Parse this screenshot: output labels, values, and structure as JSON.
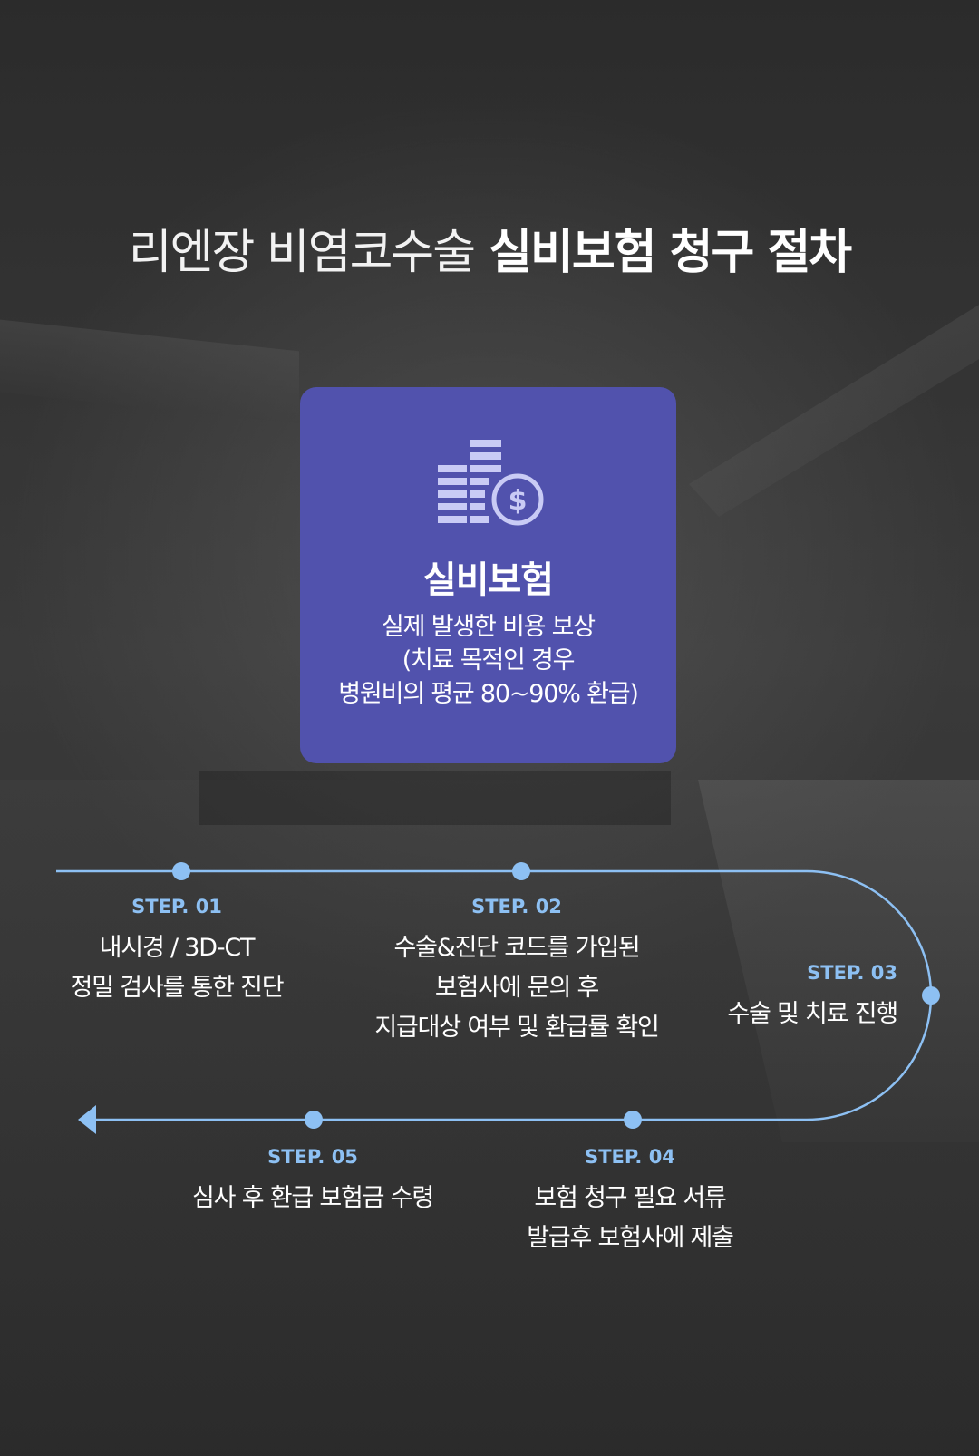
{
  "title": {
    "light": "리엔장 비염코수술",
    "bold": "실비보험 청구 절차"
  },
  "card": {
    "icon": "coins-dollar-icon",
    "title": "실비보험",
    "desc": [
      "실제 발생한 비용 보상",
      "(치료 목적인 경우",
      "병원비의 평균 80~90% 환급)"
    ]
  },
  "colors": {
    "card_bg": "#5152ad",
    "accent": "#8dc0f3",
    "icon_fill": "#c9cbf5"
  },
  "steps": [
    {
      "label": "STEP. 01",
      "lines": [
        "내시경 / 3D-CT",
        "정밀 검사를 통한 진단"
      ]
    },
    {
      "label": "STEP. 02",
      "lines": [
        "수술&진단 코드를 가입된",
        "보험사에 문의 후",
        "지급대상 여부 및 환급률 확인"
      ]
    },
    {
      "label": "STEP. 03",
      "lines": [
        "수술 및 치료 진행"
      ]
    },
    {
      "label": "STEP. 04",
      "lines": [
        "보험 청구 필요 서류",
        "발급후 보험사에 제출"
      ]
    },
    {
      "label": "STEP. 05",
      "lines": [
        "심사 후 환급 보험금 수령"
      ]
    }
  ]
}
